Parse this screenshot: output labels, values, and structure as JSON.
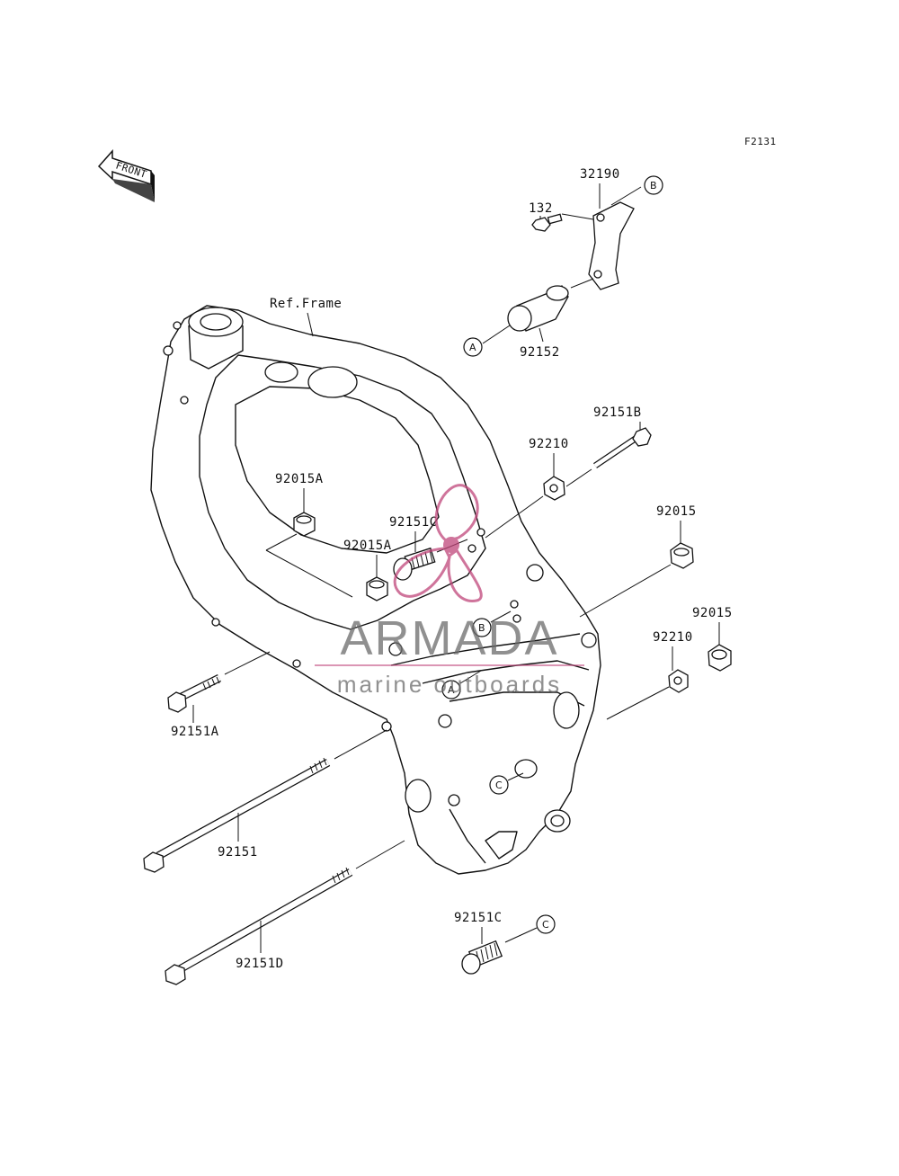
{
  "diagram": {
    "figure_code": "F2131",
    "front_label": "FRONT",
    "ref_frame_label": "Ref.Frame",
    "parts": {
      "p32190": "32190",
      "p132": "132",
      "p92152": "92152",
      "p92151B": "92151B",
      "p92210_top": "92210",
      "p92015A_upper": "92015A",
      "p92151C_center": "92151C",
      "p92015A_lower": "92015A",
      "p92015_right": "92015",
      "p92015_lower_right": "92015",
      "p92210_lower": "92210",
      "p92151A": "92151A",
      "p92151": "92151",
      "p92151D": "92151D",
      "p92151C_bottom": "92151C"
    },
    "callouts": {
      "b_top": "B",
      "a_top": "A",
      "b_mid": "B",
      "a_mid": "A",
      "c_mid": "C",
      "c_bottom": "C"
    }
  },
  "watermark": {
    "brand": "ARMADA",
    "tagline": "marine outboards",
    "color": "#c0467a"
  }
}
